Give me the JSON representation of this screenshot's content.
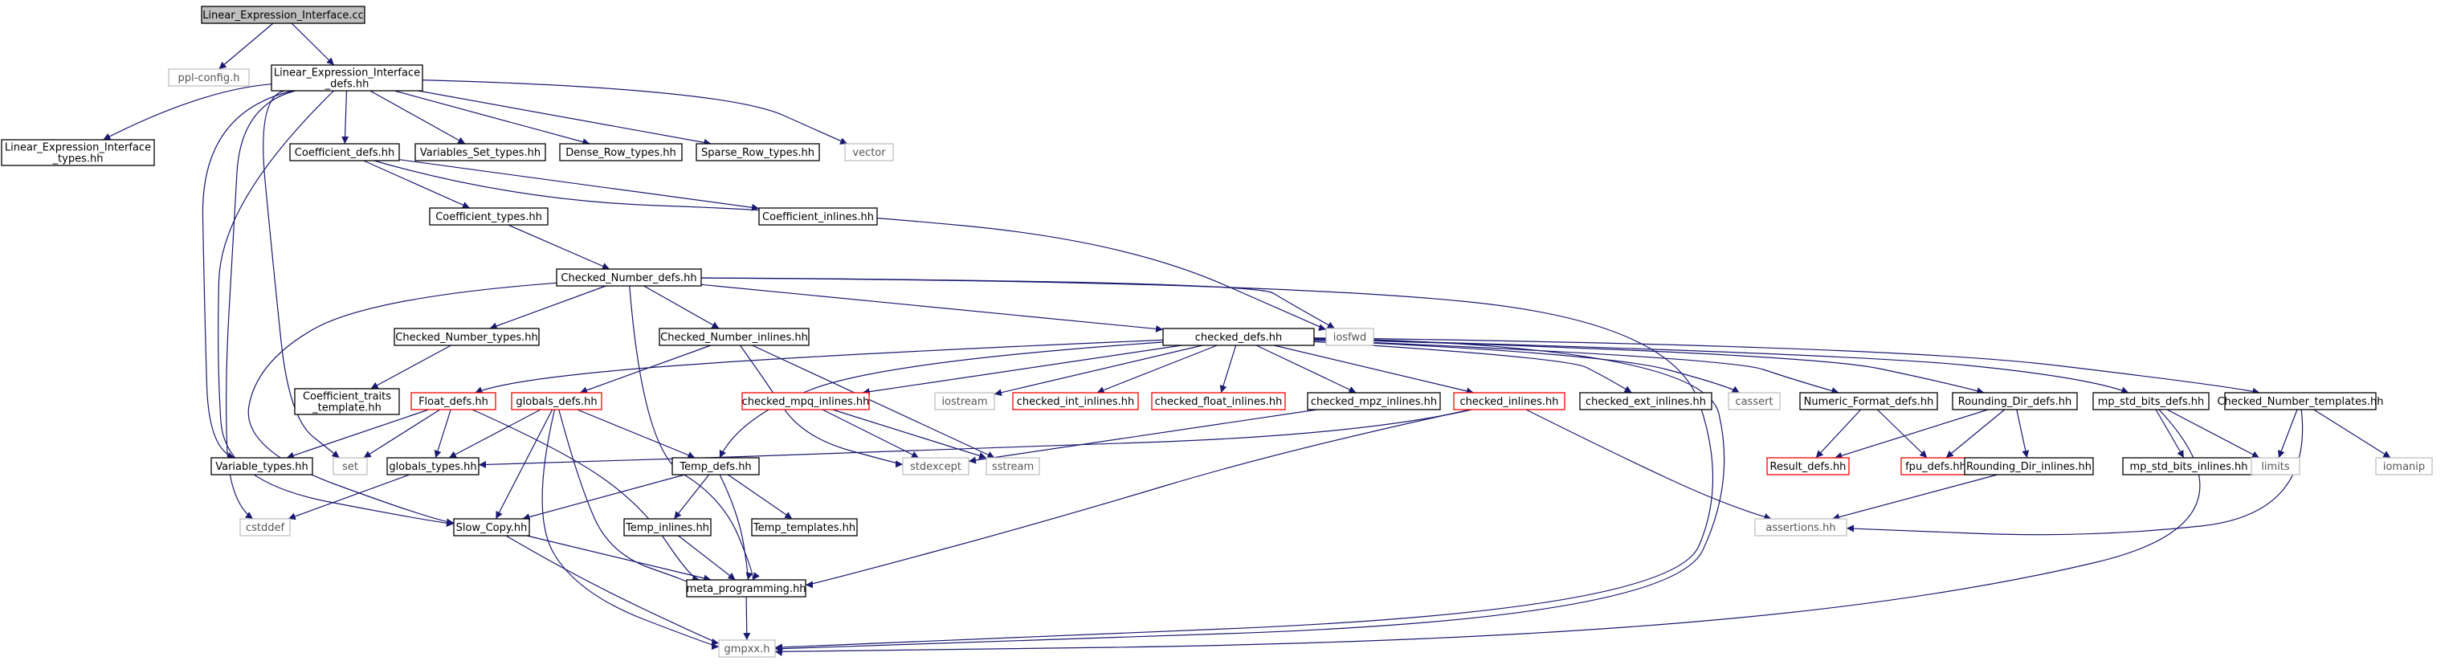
{
  "graph": {
    "colors": {
      "edge": "#191970",
      "normal_border": "#000000",
      "root_fill": "#bfbfbf",
      "red_border": "#ff0000",
      "gray_border": "#bfbfbf",
      "gray_text": "#555555"
    },
    "nodes": {
      "root": {
        "label": [
          "Linear_Expression_Interface.cc"
        ],
        "style": "root"
      },
      "ppl_config": {
        "label": [
          "ppl-config.h"
        ],
        "style": "gray"
      },
      "lei_defs": {
        "label": [
          "Linear_Expression_Interface",
          "_defs.hh"
        ],
        "style": "normal"
      },
      "lei_types": {
        "label": [
          "Linear_Expression_Interface",
          "_types.hh"
        ],
        "style": "normal"
      },
      "coeff_defs": {
        "label": [
          "Coefficient_defs.hh"
        ],
        "style": "normal"
      },
      "vars_set_types": {
        "label": [
          "Variables_Set_types.hh"
        ],
        "style": "normal"
      },
      "dense_row_types": {
        "label": [
          "Dense_Row_types.hh"
        ],
        "style": "normal"
      },
      "sparse_row_types": {
        "label": [
          "Sparse_Row_types.hh"
        ],
        "style": "normal"
      },
      "vector": {
        "label": [
          "vector"
        ],
        "style": "gray"
      },
      "coeff_types": {
        "label": [
          "Coefficient_types.hh"
        ],
        "style": "normal"
      },
      "coeff_inlines": {
        "label": [
          "Coefficient_inlines.hh"
        ],
        "style": "normal"
      },
      "cn_defs": {
        "label": [
          "Checked_Number_defs.hh"
        ],
        "style": "normal"
      },
      "iosfwd": {
        "label": [
          "iosfwd"
        ],
        "style": "gray"
      },
      "cn_types": {
        "label": [
          "Checked_Number_types.hh"
        ],
        "style": "normal"
      },
      "cn_inlines": {
        "label": [
          "Checked_Number_inlines.hh"
        ],
        "style": "normal"
      },
      "checked_defs": {
        "label": [
          "checked_defs.hh"
        ],
        "style": "normal"
      },
      "coeff_traits": {
        "label": [
          "Coefficient_traits",
          "_template.hh"
        ],
        "style": "normal"
      },
      "float_defs": {
        "label": [
          "Float_defs.hh"
        ],
        "style": "red"
      },
      "globals_defs": {
        "label": [
          "globals_defs.hh"
        ],
        "style": "red"
      },
      "checked_mpq_inlines": {
        "label": [
          "checked_mpq_inlines.hh"
        ],
        "style": "red"
      },
      "iostream": {
        "label": [
          "iostream"
        ],
        "style": "gray"
      },
      "checked_int_inlines": {
        "label": [
          "checked_int_inlines.hh"
        ],
        "style": "red"
      },
      "checked_float_inlines": {
        "label": [
          "checked_float_inlines.hh"
        ],
        "style": "red"
      },
      "checked_mpz_inlines": {
        "label": [
          "checked_mpz_inlines.hh"
        ],
        "style": "normal"
      },
      "checked_inlines": {
        "label": [
          "checked_inlines.hh"
        ],
        "style": "red"
      },
      "checked_ext_inlines": {
        "label": [
          "checked_ext_inlines.hh"
        ],
        "style": "normal"
      },
      "cassert": {
        "label": [
          "cassert"
        ],
        "style": "gray"
      },
      "numeric_format_defs": {
        "label": [
          "Numeric_Format_defs.hh"
        ],
        "style": "normal"
      },
      "rounding_dir_defs": {
        "label": [
          "Rounding_Dir_defs.hh"
        ],
        "style": "normal"
      },
      "mp_std_bits_defs": {
        "label": [
          "mp_std_bits_defs.hh"
        ],
        "style": "normal"
      },
      "cn_templates": {
        "label": [
          "Checked_Number_templates.hh"
        ],
        "style": "normal"
      },
      "variable_types": {
        "label": [
          "Variable_types.hh"
        ],
        "style": "normal"
      },
      "set": {
        "label": [
          "set"
        ],
        "style": "gray"
      },
      "globals_types": {
        "label": [
          "globals_types.hh"
        ],
        "style": "normal"
      },
      "temp_defs": {
        "label": [
          "Temp_defs.hh"
        ],
        "style": "normal"
      },
      "stdexcept": {
        "label": [
          "stdexcept"
        ],
        "style": "gray"
      },
      "sstream": {
        "label": [
          "sstream"
        ],
        "style": "gray"
      },
      "result_defs": {
        "label": [
          "Result_defs.hh"
        ],
        "style": "red"
      },
      "fpu_defs": {
        "label": [
          "fpu_defs.hh"
        ],
        "style": "red"
      },
      "rounding_dir_inlines": {
        "label": [
          "Rounding_Dir_inlines.hh"
        ],
        "style": "normal"
      },
      "mp_std_bits_inlines": {
        "label": [
          "mp_std_bits_inlines.hh"
        ],
        "style": "normal"
      },
      "limits": {
        "label": [
          "limits"
        ],
        "style": "gray"
      },
      "iomanip": {
        "label": [
          "iomanip"
        ],
        "style": "gray"
      },
      "cstddef": {
        "label": [
          "cstddef"
        ],
        "style": "gray"
      },
      "slow_copy": {
        "label": [
          "Slow_Copy.hh"
        ],
        "style": "normal"
      },
      "temp_inlines": {
        "label": [
          "Temp_inlines.hh"
        ],
        "style": "normal"
      },
      "temp_templates": {
        "label": [
          "Temp_templates.hh"
        ],
        "style": "normal"
      },
      "assertions": {
        "label": [
          "assertions.hh"
        ],
        "style": "gray"
      },
      "meta_programming": {
        "label": [
          "meta_programming.hh"
        ],
        "style": "normal"
      },
      "gmpxx": {
        "label": [
          "gmpxx.h"
        ],
        "style": "gray"
      }
    },
    "edges": [
      [
        "root",
        "ppl_config"
      ],
      [
        "root",
        "lei_defs"
      ],
      [
        "lei_defs",
        "lei_types"
      ],
      [
        "lei_defs",
        "coeff_defs"
      ],
      [
        "lei_defs",
        "vars_set_types"
      ],
      [
        "lei_defs",
        "dense_row_types"
      ],
      [
        "lei_defs",
        "sparse_row_types"
      ],
      [
        "lei_defs",
        "vector"
      ],
      [
        "lei_defs",
        "variable_types"
      ],
      [
        "lei_defs",
        "set"
      ],
      [
        "lei_defs",
        "cstddef"
      ],
      [
        "lei_defs",
        "slow_copy"
      ],
      [
        "coeff_defs",
        "coeff_types"
      ],
      [
        "coeff_defs",
        "coeff_inlines"
      ],
      [
        "coeff_defs",
        "iosfwd"
      ],
      [
        "coeff_types",
        "cn_defs"
      ],
      [
        "cn_defs",
        "cn_types"
      ],
      [
        "cn_defs",
        "cn_inlines"
      ],
      [
        "cn_defs",
        "checked_defs"
      ],
      [
        "cn_defs",
        "iosfwd"
      ],
      [
        "cn_defs",
        "slow_copy"
      ],
      [
        "cn_defs",
        "meta_programming"
      ],
      [
        "cn_defs",
        "gmpxx"
      ],
      [
        "cn_types",
        "coeff_traits"
      ],
      [
        "cn_inlines",
        "globals_defs"
      ],
      [
        "cn_inlines",
        "stdexcept"
      ],
      [
        "cn_inlines",
        "sstream"
      ],
      [
        "checked_defs",
        "float_defs"
      ],
      [
        "checked_defs",
        "checked_mpq_inlines"
      ],
      [
        "checked_defs",
        "iostream"
      ],
      [
        "checked_defs",
        "checked_int_inlines"
      ],
      [
        "checked_defs",
        "checked_float_inlines"
      ],
      [
        "checked_defs",
        "checked_mpz_inlines"
      ],
      [
        "checked_defs",
        "checked_inlines"
      ],
      [
        "checked_defs",
        "checked_ext_inlines"
      ],
      [
        "checked_defs",
        "cassert"
      ],
      [
        "checked_defs",
        "numeric_format_defs"
      ],
      [
        "checked_defs",
        "rounding_dir_defs"
      ],
      [
        "checked_defs",
        "mp_std_bits_defs"
      ],
      [
        "checked_defs",
        "cn_templates"
      ],
      [
        "checked_defs",
        "temp_defs"
      ],
      [
        "checked_defs",
        "gmpxx"
      ],
      [
        "float_defs",
        "variable_types"
      ],
      [
        "float_defs",
        "set"
      ],
      [
        "float_defs",
        "globals_types"
      ],
      [
        "float_defs",
        "meta_programming"
      ],
      [
        "globals_defs",
        "globals_types"
      ],
      [
        "globals_defs",
        "temp_defs"
      ],
      [
        "globals_defs",
        "slow_copy"
      ],
      [
        "globals_defs",
        "meta_programming"
      ],
      [
        "globals_defs",
        "gmpxx"
      ],
      [
        "checked_mpq_inlines",
        "stdexcept"
      ],
      [
        "checked_mpq_inlines",
        "sstream"
      ],
      [
        "checked_mpz_inlines",
        "stdexcept"
      ],
      [
        "checked_inlines",
        "globals_types"
      ],
      [
        "checked_inlines",
        "meta_programming"
      ],
      [
        "checked_inlines",
        "assertions"
      ],
      [
        "numeric_format_defs",
        "result_defs"
      ],
      [
        "numeric_format_defs",
        "fpu_defs"
      ],
      [
        "rounding_dir_defs",
        "result_defs"
      ],
      [
        "rounding_dir_defs",
        "fpu_defs"
      ],
      [
        "rounding_dir_defs",
        "rounding_dir_inlines"
      ],
      [
        "rounding_dir_inlines",
        "assertions"
      ],
      [
        "mp_std_bits_defs",
        "mp_std_bits_inlines"
      ],
      [
        "mp_std_bits_defs",
        "limits"
      ],
      [
        "mp_std_bits_defs",
        "gmpxx"
      ],
      [
        "cn_templates",
        "limits"
      ],
      [
        "cn_templates",
        "iomanip"
      ],
      [
        "cn_templates",
        "assertions"
      ],
      [
        "globals_types",
        "cstddef"
      ],
      [
        "temp_defs",
        "temp_inlines"
      ],
      [
        "temp_defs",
        "temp_templates"
      ],
      [
        "temp_defs",
        "slow_copy"
      ],
      [
        "temp_defs",
        "meta_programming"
      ],
      [
        "temp_inlines",
        "meta_programming"
      ],
      [
        "slow_copy",
        "meta_programming"
      ],
      [
        "slow_copy",
        "gmpxx"
      ],
      [
        "meta_programming",
        "gmpxx"
      ]
    ]
  }
}
